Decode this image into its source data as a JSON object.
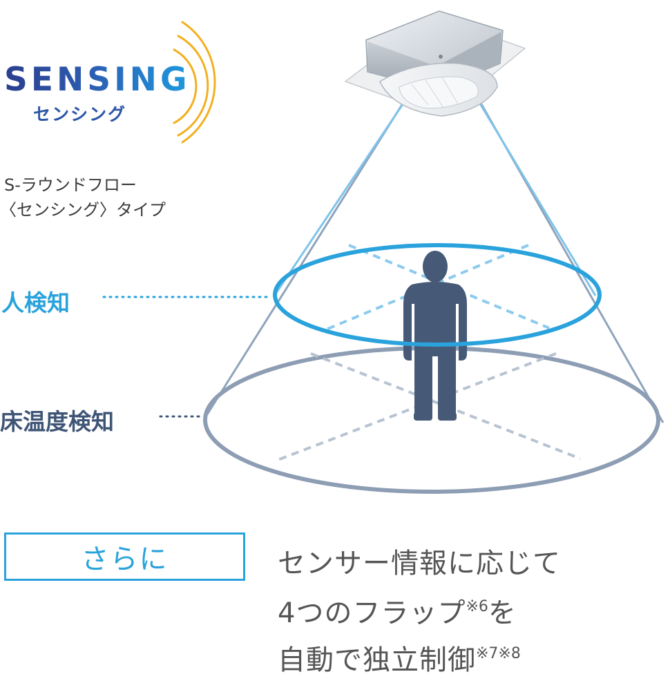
{
  "logo": {
    "word": "SENSING",
    "kana": "センシング"
  },
  "model": {
    "name": "S-ラウンドフロー",
    "type": "〈センシング〉タイプ"
  },
  "labels": {
    "human_detection": "人検知",
    "floor_temp_detection": "床温度検知"
  },
  "furthermore": "さらに",
  "description": {
    "line1": "センサー情報に応じて",
    "line2": "4つのフラップ",
    "line2_note": "※6",
    "line2_end": "を",
    "line3": "自動で独立制御",
    "line3_note": "※7※8"
  },
  "colors": {
    "accent_blue": "#2aa2dc",
    "navy": "#3f5576",
    "signal_orange": "#f2b020"
  },
  "icons": [
    "signal-waves-icon",
    "cassette-air-conditioner-icon",
    "person-icon"
  ]
}
